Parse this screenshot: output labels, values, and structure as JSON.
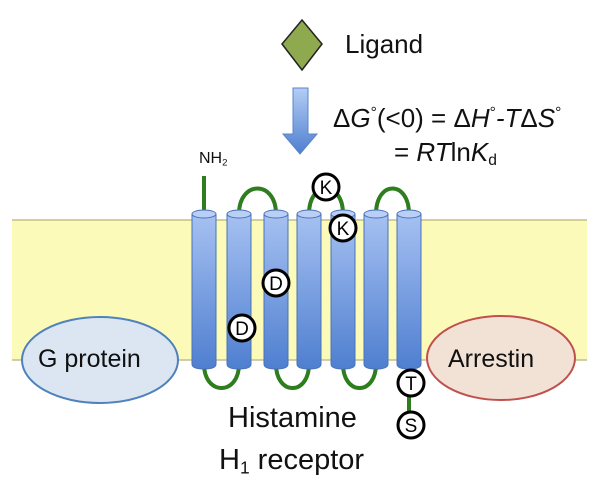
{
  "title": {
    "line1": "Histamine",
    "line2_main": "H",
    "line2_sub": "1",
    "line2_rest": " receptor"
  },
  "ligand": {
    "label": "Ligand",
    "icon": "diamond-icon",
    "color": "#8faa4e"
  },
  "equation": {
    "delta": "Δ",
    "G": "G",
    "deg": "°",
    "condition": "(<0) = Δ",
    "H": "H",
    "minus": "-",
    "T": "T",
    "deltaS": "Δ",
    "S": "S",
    "line2_eq": "= ",
    "RT": "RT",
    "ln": "ln",
    "K": "K",
    "d": "d"
  },
  "n_terminus": {
    "label": "NH",
    "sub": "2"
  },
  "g_protein": {
    "label": "G protein",
    "fill": "#dce6f2",
    "stroke": "#4f81bd"
  },
  "arrestin": {
    "label": "Arrestin",
    "fill": "#f2e2d6",
    "stroke": "#c0504d"
  },
  "membrane": {
    "fill": "#fcfab8"
  },
  "helix_count": 7,
  "residues": [
    {
      "letter": "K",
      "location": "extracellular loop 2"
    },
    {
      "letter": "K",
      "location": "helix 5"
    },
    {
      "letter": "D",
      "location": "helix 3"
    },
    {
      "letter": "D",
      "location": "helix 2"
    },
    {
      "letter": "T",
      "location": "C-terminus"
    },
    {
      "letter": "S",
      "location": "C-terminus"
    }
  ],
  "colors": {
    "helix_top": "#a6c1f2",
    "helix_bottom": "#4f7fd0",
    "loop": "#2e7d1e",
    "arrow": "#6f9be0"
  }
}
